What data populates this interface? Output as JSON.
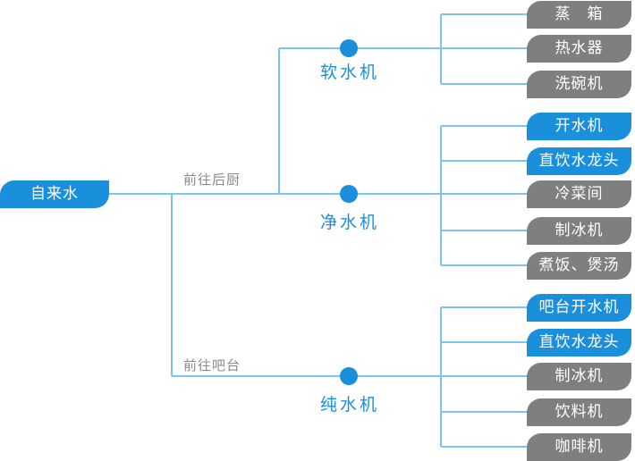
{
  "colors": {
    "line": "#7cc4ee",
    "accent": "#1a8fdc",
    "neutral": "#7f7f7f"
  },
  "source": {
    "label": "自来水"
  },
  "routes": {
    "kitchen": "前往后厨",
    "bar": "前往吧台"
  },
  "nodes": {
    "soft": {
      "label": "软水机"
    },
    "purify": {
      "label": "净水机"
    },
    "pure": {
      "label": "纯水机"
    }
  },
  "soft_items": [
    {
      "label": "蒸　箱",
      "color": "gray"
    },
    {
      "label": "热水器",
      "color": "gray"
    },
    {
      "label": "洗碗机",
      "color": "gray"
    }
  ],
  "purify_items": [
    {
      "label": "开水机",
      "color": "blue"
    },
    {
      "label": "直饮水龙头",
      "color": "blue"
    },
    {
      "label": "冷菜间",
      "color": "gray"
    },
    {
      "label": "制冰机",
      "color": "gray"
    },
    {
      "label": "煮饭、煲汤",
      "color": "gray"
    }
  ],
  "pure_items": [
    {
      "label": "吧台开水机",
      "color": "blue"
    },
    {
      "label": "直饮水龙头",
      "color": "blue"
    },
    {
      "label": "制冰机",
      "color": "gray"
    },
    {
      "label": "饮料机",
      "color": "gray"
    },
    {
      "label": "咖啡机",
      "color": "gray"
    }
  ]
}
